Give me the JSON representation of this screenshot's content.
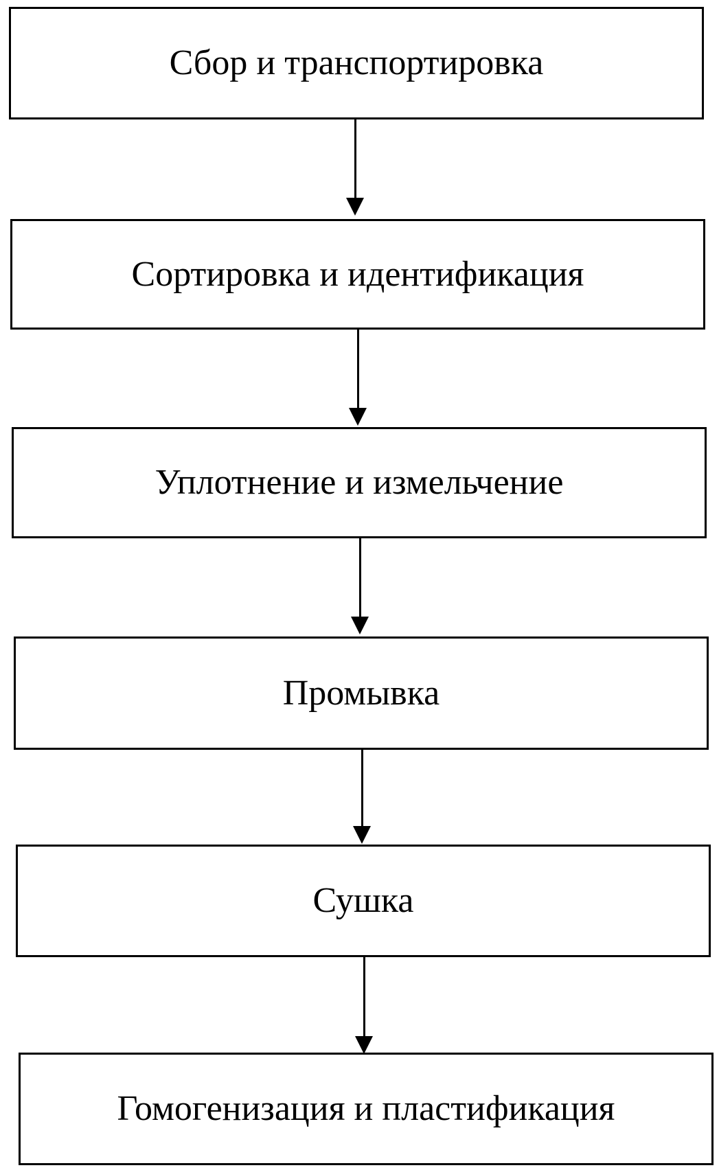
{
  "flowchart": {
    "steps": [
      {
        "label": "Сбор и транспортировка"
      },
      {
        "label": "Сортировка и идентификация"
      },
      {
        "label": "Уплотнение и измельчение"
      },
      {
        "label": "Промывка"
      },
      {
        "label": "Сушка"
      },
      {
        "label": "Гомогенизация и пластификация"
      }
    ]
  }
}
